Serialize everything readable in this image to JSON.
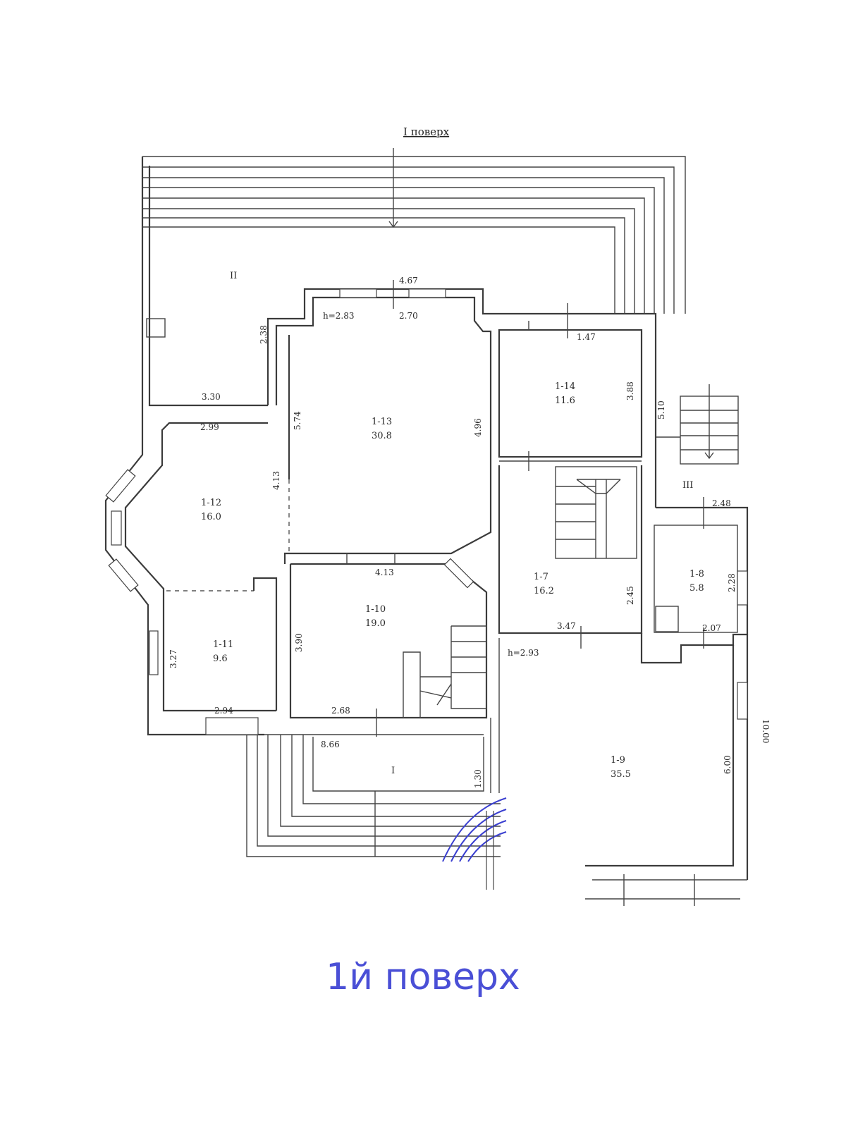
{
  "plan_title": "I поверх",
  "caption": "1й поверх",
  "rooms": {
    "r_II": {
      "code": "II",
      "area": ""
    },
    "r_1_13": {
      "code": "1-13",
      "area": "30.8"
    },
    "r_1_14": {
      "code": "1-14",
      "area": "11.6"
    },
    "r_1_12": {
      "code": "1-12",
      "area": "16.0"
    },
    "r_III": {
      "code": "III",
      "area": ""
    },
    "r_1_7": {
      "code": "1-7",
      "area": "16.2"
    },
    "r_1_8": {
      "code": "1-8",
      "area": "5.8"
    },
    "r_1_10": {
      "code": "1-10",
      "area": "19.0"
    },
    "r_1_11": {
      "code": "1-11",
      "area": "9.6"
    },
    "r_I": {
      "code": "I",
      "area": ""
    },
    "r_1_9": {
      "code": "1-9",
      "area": "35.5"
    }
  },
  "dims": {
    "d467": "4.67",
    "d270": "2.70",
    "h283": "h=2.83",
    "d238": "2.38",
    "d147": "1.47",
    "d330": "3.30",
    "d299": "2.99",
    "d574": "5.74",
    "d496": "4.96",
    "d510": "5.10",
    "d388": "3.88",
    "d413": "4.13",
    "d248": "2.48",
    "d413b": "4.13",
    "d328": "2.28",
    "d345": "2.45",
    "d347": "3.47",
    "d207": "2.07",
    "h293": "h=2.93",
    "d327": "3.27",
    "d390": "3.90",
    "d294": "2.94",
    "d268": "2.68",
    "d866": "8.66",
    "d130": "1.30",
    "d1000": "10.00",
    "d600": "6.00"
  },
  "colors": {
    "walls": "#3b3b3b",
    "caption": "#4a4fd6"
  }
}
